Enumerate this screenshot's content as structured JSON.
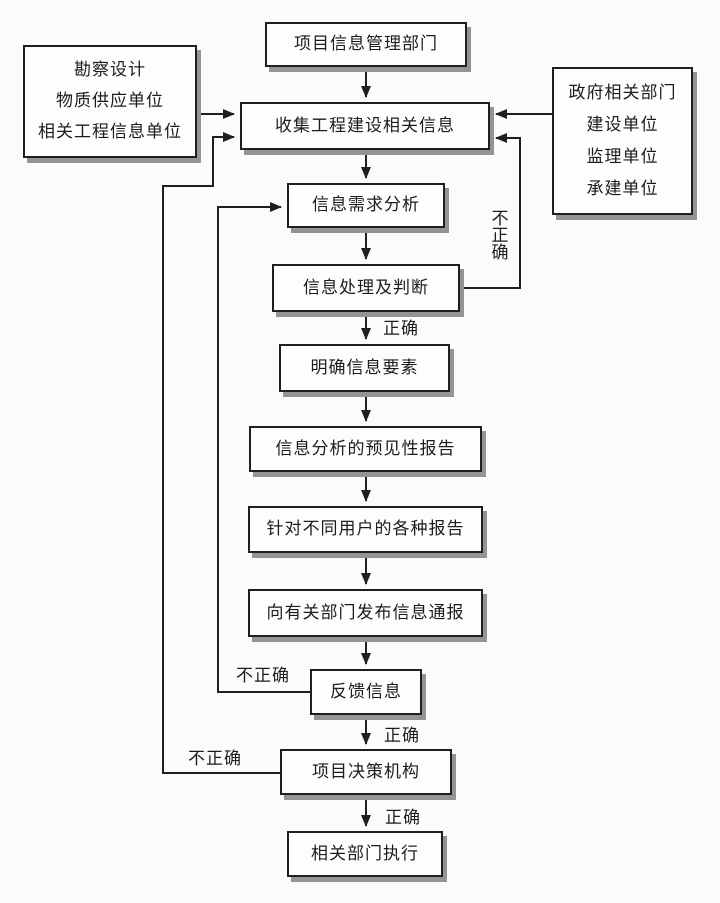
{
  "diagram": {
    "title_hint": "project-information-management-flowchart",
    "colors": {
      "line": "#1f1f1f",
      "box_fill": "#fdfdfd",
      "shadow": "#949494",
      "background": "#fbfbfb",
      "text": "#1c1c1c"
    },
    "nodes": {
      "top": {
        "label": "项目信息管理部门"
      },
      "collect": {
        "label": "收集工程建设相关信息"
      },
      "left_sources": {
        "lines": [
          "勘察设计",
          "物质供应单位",
          "相关工程信息单位"
        ]
      },
      "right_sources": {
        "lines": [
          "政府相关部门",
          "建设单位",
          "监理单位",
          "承建单位"
        ]
      },
      "demand": {
        "label": "信息需求分析"
      },
      "process": {
        "label": "信息处理及判断"
      },
      "clarify": {
        "label": "明确信息要素"
      },
      "forecast": {
        "label": "信息分析的预见性报告"
      },
      "reports": {
        "label": "针对不同用户的各种报告"
      },
      "notify": {
        "label": "向有关部门发布信息通报"
      },
      "feedback": {
        "label": "反馈信息"
      },
      "decision": {
        "label": "项目决策机构"
      },
      "execute": {
        "label": "相关部门执行"
      }
    },
    "edge_labels": {
      "correct_1": "正确",
      "correct_2": "正确",
      "correct_3": "正确",
      "incorrect_process": "不正确",
      "incorrect_feedback": "不正确",
      "incorrect_decision": "不正确"
    }
  }
}
